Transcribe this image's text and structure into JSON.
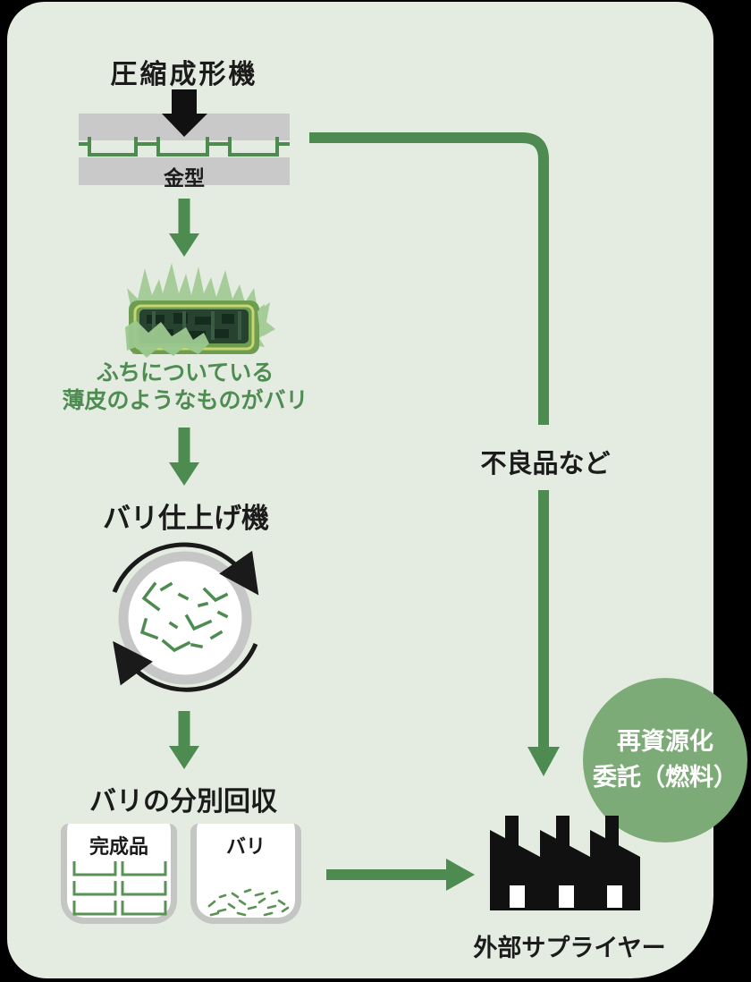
{
  "palette": {
    "canvas_background": "#000000",
    "panel_background": "#e4ece1",
    "flow_green": "#4e8b51",
    "caption_green": "#4e8c52",
    "badge_green": "#7dab77",
    "mold_gray": "#c9c9c9",
    "bin_border_gray": "#c3c6c2",
    "ink_black": "#1b1b1b",
    "white": "#ffffff"
  },
  "diagram": {
    "press": {
      "title": "圧縮成形機",
      "mold_label": "金型"
    },
    "molded_part": {
      "caption_line1": "ふちについている",
      "caption_line2": "薄皮のようなものがバリ"
    },
    "finisher": {
      "title": "バリ仕上げ機"
    },
    "separation": {
      "title": "バリの分別回収",
      "bins": [
        {
          "label": "完成品"
        },
        {
          "label": "バリ"
        }
      ]
    },
    "reject_branch": {
      "label": "不良品など"
    },
    "recycle_badge": {
      "line1": "再資源化",
      "line2": "委託（燃料）"
    },
    "supplier": {
      "label": "外部サプライヤー"
    }
  }
}
